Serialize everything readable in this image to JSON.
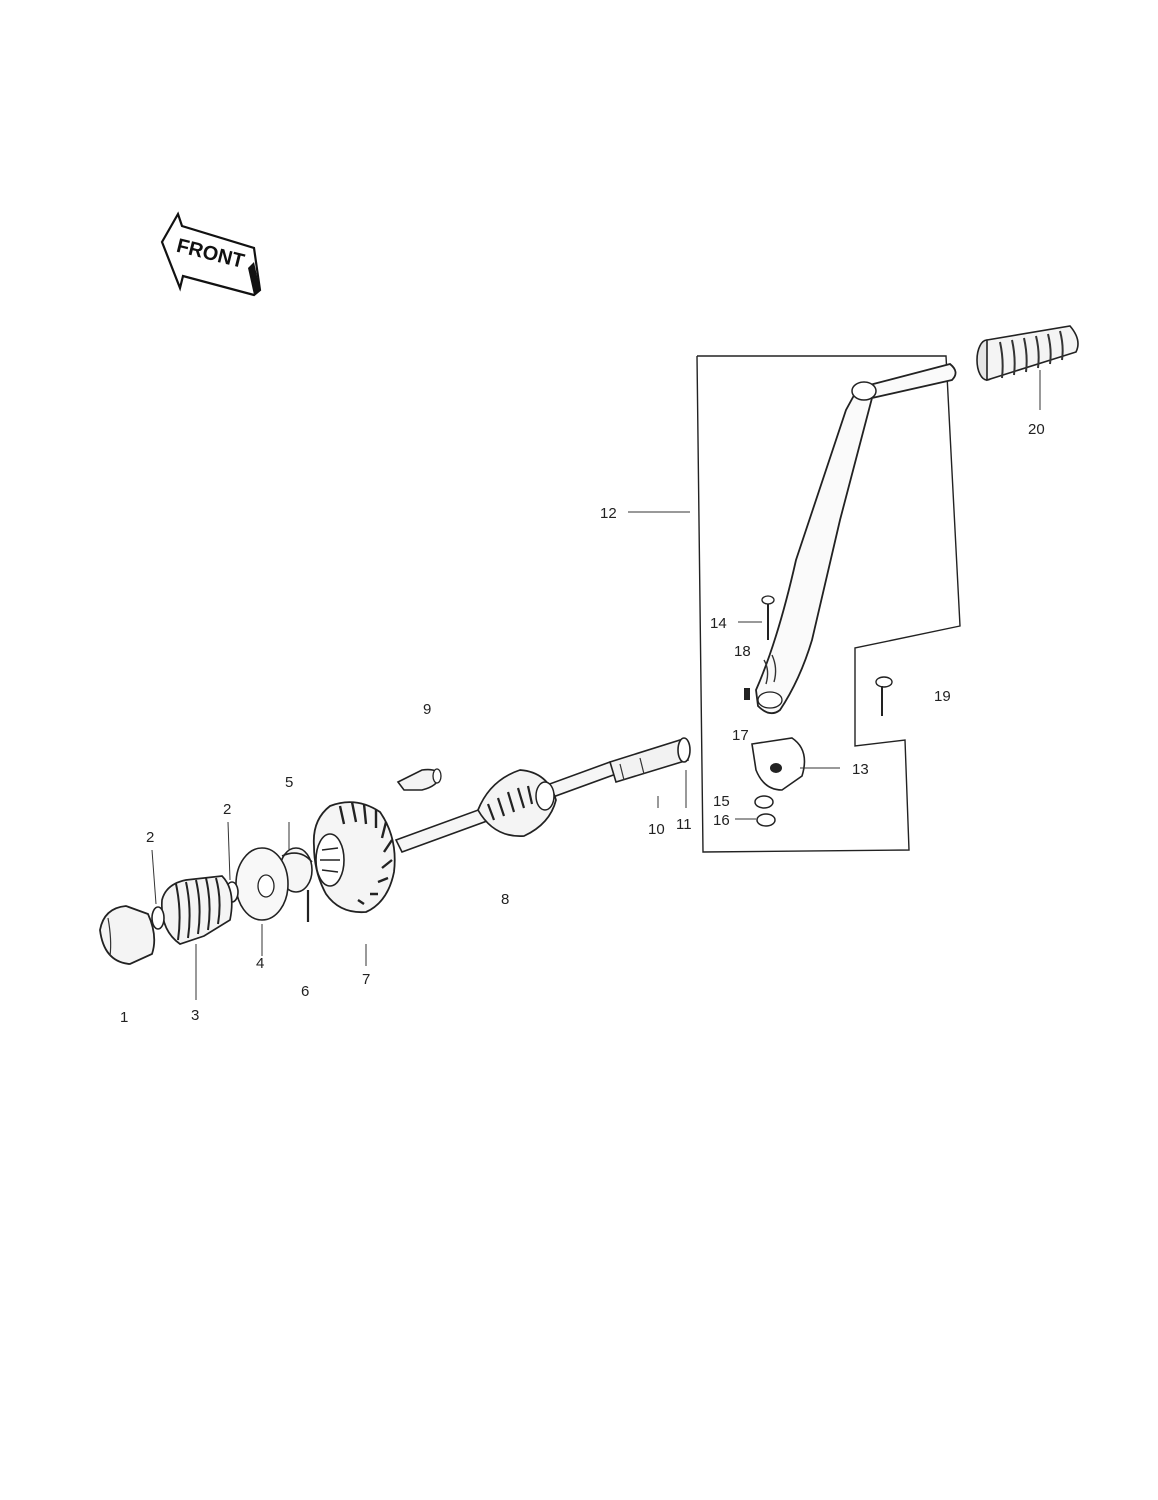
{
  "front_label": "FRONT",
  "callouts": {
    "c1": "1",
    "c2a": "2",
    "c2b": "2",
    "c3": "3",
    "c4": "4",
    "c5": "5",
    "c6": "6",
    "c7": "7",
    "c8": "8",
    "c9": "9",
    "c10": "10",
    "c11": "11",
    "c12": "12",
    "c13": "13",
    "c14": "14",
    "c15": "15",
    "c16": "16",
    "c17": "17",
    "c18": "18",
    "c19": "19",
    "c20": "20"
  }
}
